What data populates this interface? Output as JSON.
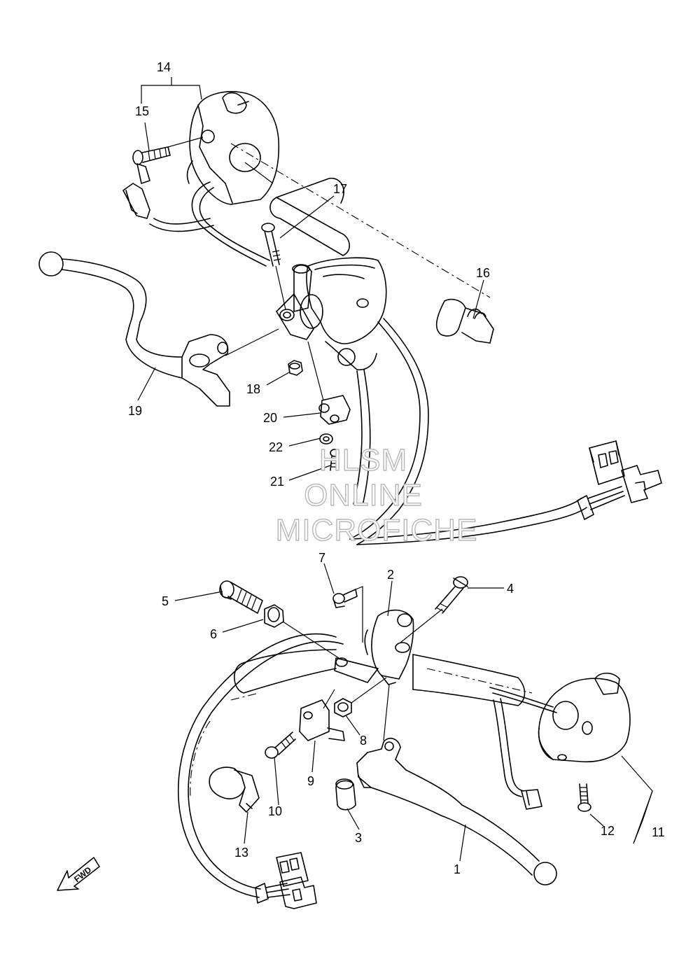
{
  "callouts": {
    "c1": "1",
    "c2": "2",
    "c3": "3",
    "c4": "4",
    "c5": "5",
    "c6": "6",
    "c7": "7",
    "c8": "8",
    "c9": "9",
    "c10": "10",
    "c11": "11",
    "c12": "12",
    "c13": "13",
    "c14": "14",
    "c15": "15",
    "c16": "16",
    "c17": "17",
    "c18": "18",
    "c19": "19",
    "c20": "20",
    "c21": "21",
    "c22": "22"
  },
  "watermark": {
    "line1": "HLSM",
    "line2": "ONLINE",
    "line3": "MICROFICHE"
  },
  "direction_marker": {
    "label": "FWD"
  }
}
